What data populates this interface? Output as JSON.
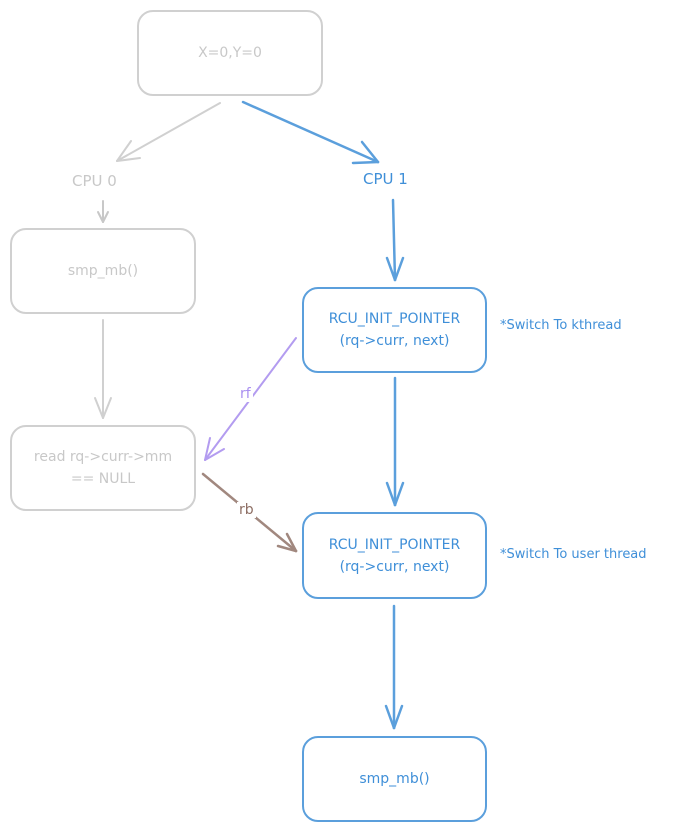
{
  "nodes": {
    "init": {
      "label": "X=0,Y=0"
    },
    "cpu0": {
      "label": "CPU 0"
    },
    "cpu1": {
      "label": "CPU 1"
    },
    "cpu0_mb": {
      "label": "smp_mb()"
    },
    "cpu0_read": {
      "label": "read rq->curr->mm\n== NULL"
    },
    "cpu1_rcu1": {
      "label": "RCU_INIT_POINTER\n(rq->curr, next)"
    },
    "cpu1_rcu2": {
      "label": "RCU_INIT_POINTER\n(rq->curr, next)"
    },
    "cpu1_mb": {
      "label": "smp_mb()"
    }
  },
  "notes": {
    "switch_kthread": "*Switch To kthread",
    "switch_user": "*Switch To user thread"
  },
  "edges": {
    "rf_label": "rf",
    "rb_label": "rb"
  },
  "colors": {
    "muted": "#d0d0d0",
    "active": "#5b9fdc",
    "rf": "#b39cf0",
    "rb": "#a1887f"
  }
}
